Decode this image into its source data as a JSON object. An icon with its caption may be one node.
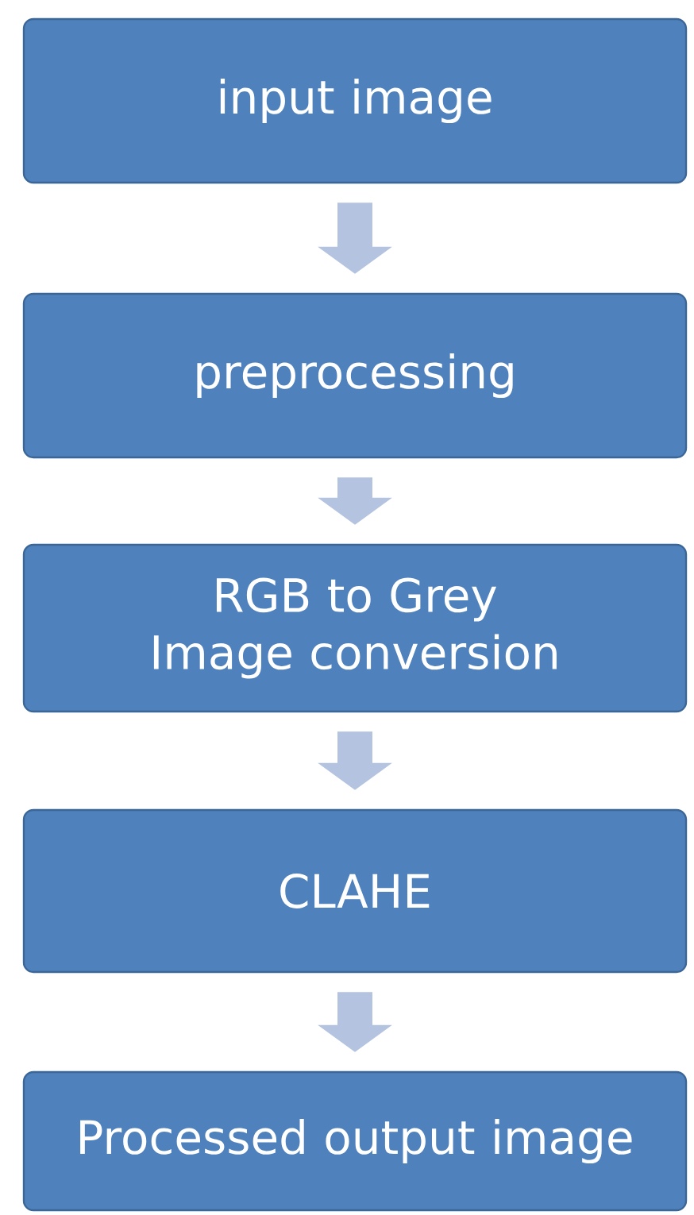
{
  "diagram": {
    "nodes": [
      {
        "text": [
          "input image"
        ]
      },
      {
        "text": [
          "preprocessing"
        ]
      },
      {
        "text": [
          "RGB to Grey Image conversion"
        ]
      },
      {
        "text": [
          "CLAHE"
        ]
      },
      {
        "text": [
          "Processed output image"
        ]
      }
    ],
    "edges": [
      {
        "from": 0,
        "to": 1,
        "arrow": "to"
      },
      {
        "from": 1,
        "to": 2,
        "arrow": "to"
      },
      {
        "from": 2,
        "to": 3,
        "arrow": "to"
      },
      {
        "from": 3,
        "to": 4,
        "arrow": "to"
      }
    ]
  }
}
